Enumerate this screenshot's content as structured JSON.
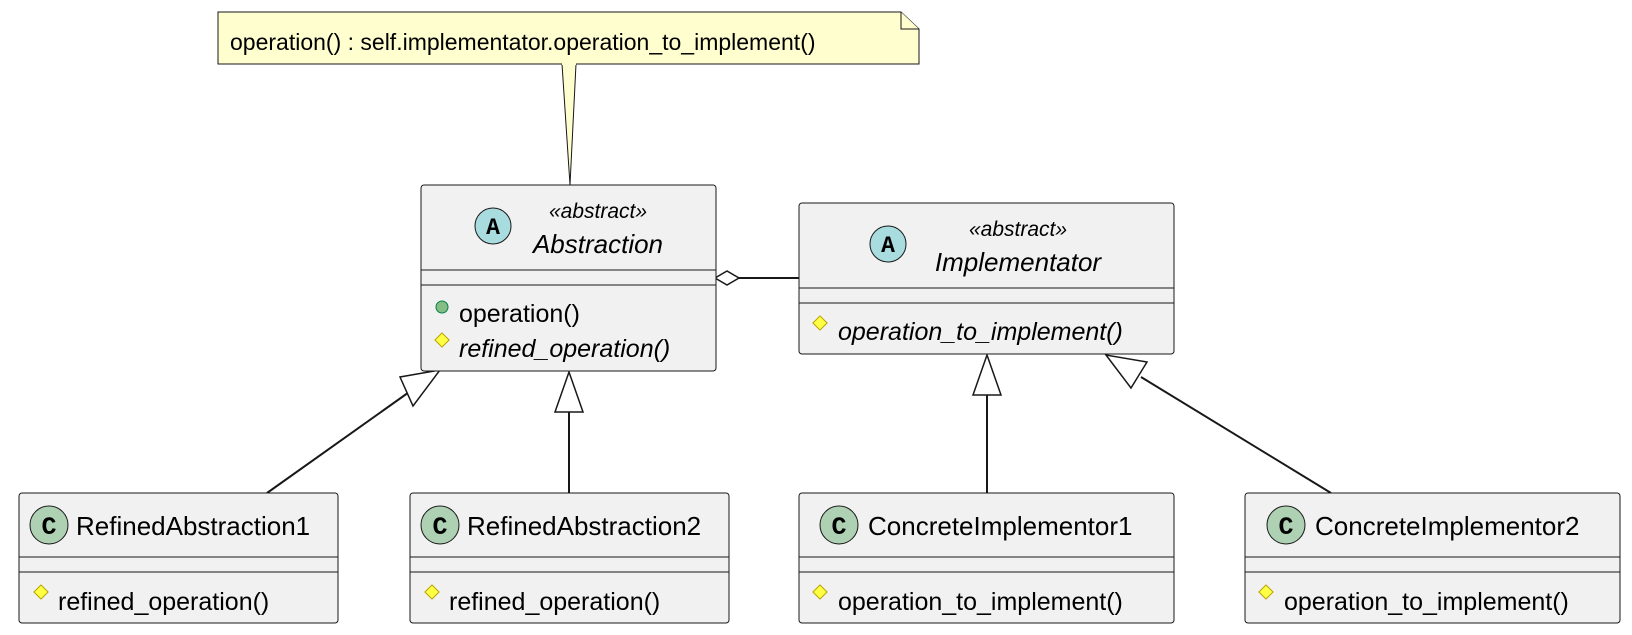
{
  "note": {
    "text": "operation() : self.implementator.operation_to_implement()"
  },
  "classes": {
    "abstraction": {
      "badge": "A",
      "stereotype": "«abstract»",
      "name": "Abstraction",
      "members": [
        {
          "visibility": "public",
          "text": "operation()",
          "italic": false
        },
        {
          "visibility": "protected",
          "text": "refined_operation()",
          "italic": true
        }
      ]
    },
    "implementator": {
      "badge": "A",
      "stereotype": "«abstract»",
      "name": "Implementator",
      "members": [
        {
          "visibility": "protected",
          "text": "operation_to_implement()",
          "italic": true
        }
      ]
    },
    "refined_abstraction_1": {
      "badge": "C",
      "name": "RefinedAbstraction1",
      "members": [
        {
          "visibility": "protected",
          "text": "refined_operation()",
          "italic": false
        }
      ]
    },
    "refined_abstraction_2": {
      "badge": "C",
      "name": "RefinedAbstraction2",
      "members": [
        {
          "visibility": "protected",
          "text": "refined_operation()",
          "italic": false
        }
      ]
    },
    "concrete_implementor_1": {
      "badge": "C",
      "name": "ConcreteImplementor1",
      "members": [
        {
          "visibility": "protected",
          "text": "operation_to_implement()",
          "italic": false
        }
      ]
    },
    "concrete_implementor_2": {
      "badge": "C",
      "name": "ConcreteImplementor2",
      "members": [
        {
          "visibility": "protected",
          "text": "operation_to_implement()",
          "italic": false
        }
      ]
    }
  },
  "relations": [
    {
      "type": "aggregation",
      "from": "abstraction",
      "to": "implementator"
    },
    {
      "type": "generalization",
      "from": "refined_abstraction_1",
      "to": "abstraction"
    },
    {
      "type": "generalization",
      "from": "refined_abstraction_2",
      "to": "abstraction"
    },
    {
      "type": "generalization",
      "from": "concrete_implementor_1",
      "to": "implementator"
    },
    {
      "type": "generalization",
      "from": "concrete_implementor_2",
      "to": "implementator"
    }
  ],
  "colors": {
    "class_fill": "#f1f1f1",
    "class_border": "#181818",
    "abstract_badge": "#a9dcdf",
    "concrete_badge": "#add1b2",
    "note_fill": "#fefece",
    "public_marker": "#84be84",
    "protected_marker": "#ffff44",
    "protected_marker_border": "#b8a100",
    "public_marker_border": "#038048"
  }
}
